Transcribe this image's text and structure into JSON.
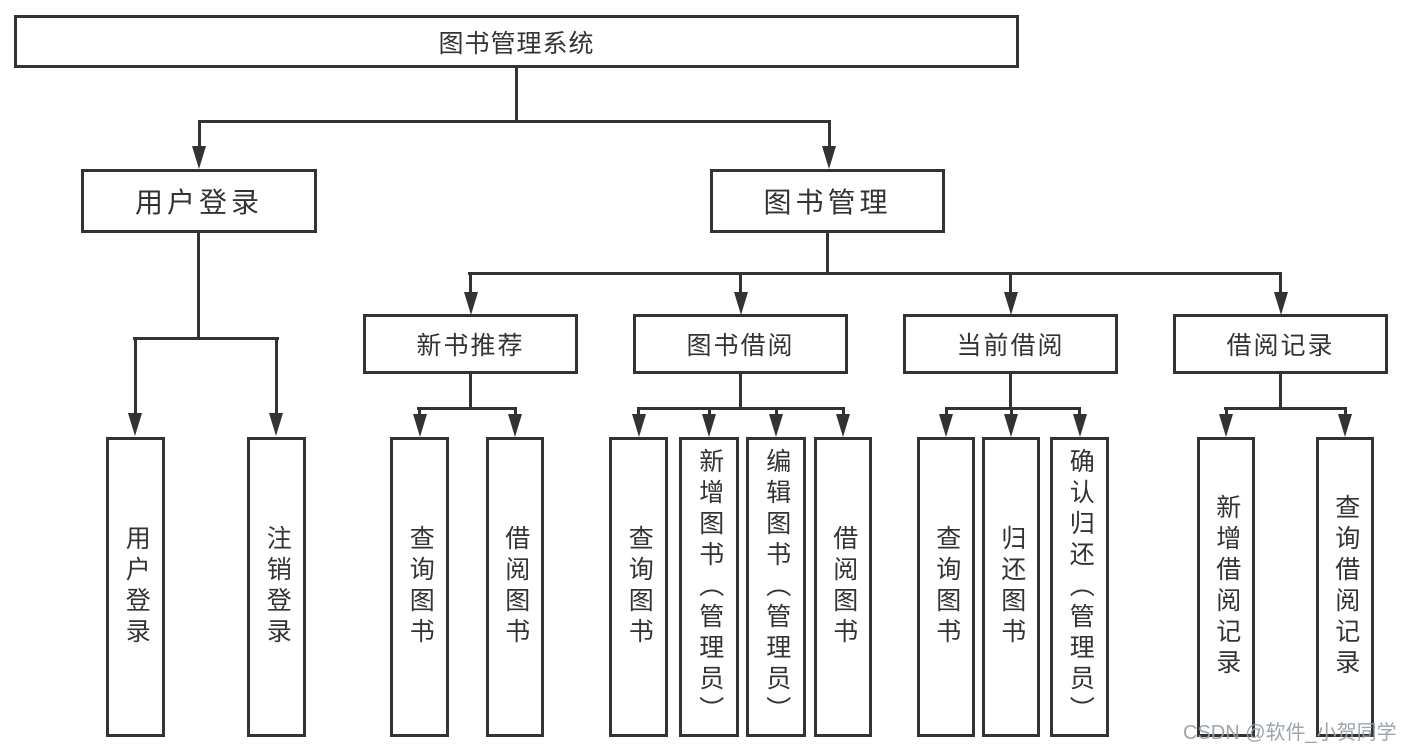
{
  "diagram_type": "hierarchy-tree",
  "tree": {
    "label": "图书管理系统",
    "children": [
      {
        "label": "用户登录",
        "children": [
          {
            "label": "用户登录"
          },
          {
            "label": "注销登录"
          }
        ]
      },
      {
        "label": "图书管理",
        "children": [
          {
            "label": "新书推荐",
            "children": [
              {
                "label": "查询图书"
              },
              {
                "label": "借阅图书"
              }
            ]
          },
          {
            "label": "图书借阅",
            "children": [
              {
                "label": "查询图书"
              },
              {
                "label": "新增图书（管理员）"
              },
              {
                "label": "编辑图书（管理员）"
              },
              {
                "label": "借阅图书"
              }
            ]
          },
          {
            "label": "当前借阅",
            "children": [
              {
                "label": "查询图书"
              },
              {
                "label": "归还图书"
              },
              {
                "label": "确认归还（管理员）"
              }
            ]
          },
          {
            "label": "借阅记录",
            "children": [
              {
                "label": "新增借阅记录"
              },
              {
                "label": "查询借阅记录"
              }
            ]
          }
        ]
      }
    ]
  },
  "watermark": {
    "text": "CSDN @软件_小贺同学",
    "color": "#98a0a6"
  },
  "colors": {
    "line": "#333333",
    "border": "#333333",
    "text": "#333333",
    "background": "#ffffff"
  }
}
